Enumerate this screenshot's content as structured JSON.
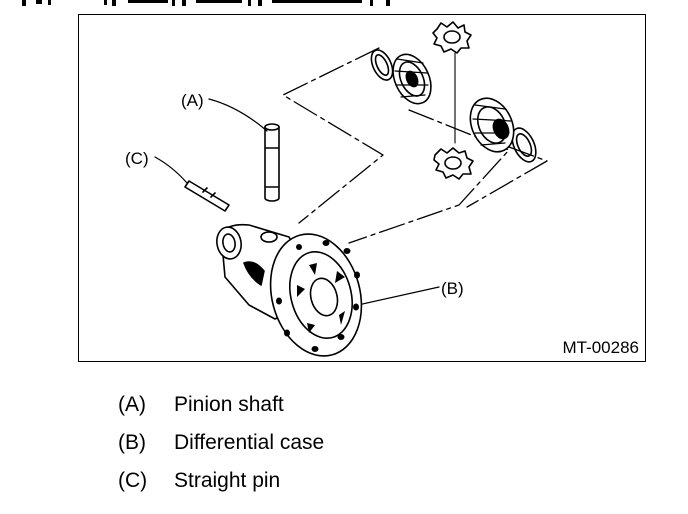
{
  "figure": {
    "id_label": "MT-00286",
    "callouts": {
      "a": "(A)",
      "b": "(B)",
      "c": "(C)"
    }
  },
  "legend": [
    {
      "key": "(A)",
      "text": "Pinion shaft"
    },
    {
      "key": "(B)",
      "text": "Differential case"
    },
    {
      "key": "(C)",
      "text": "Straight pin"
    }
  ]
}
